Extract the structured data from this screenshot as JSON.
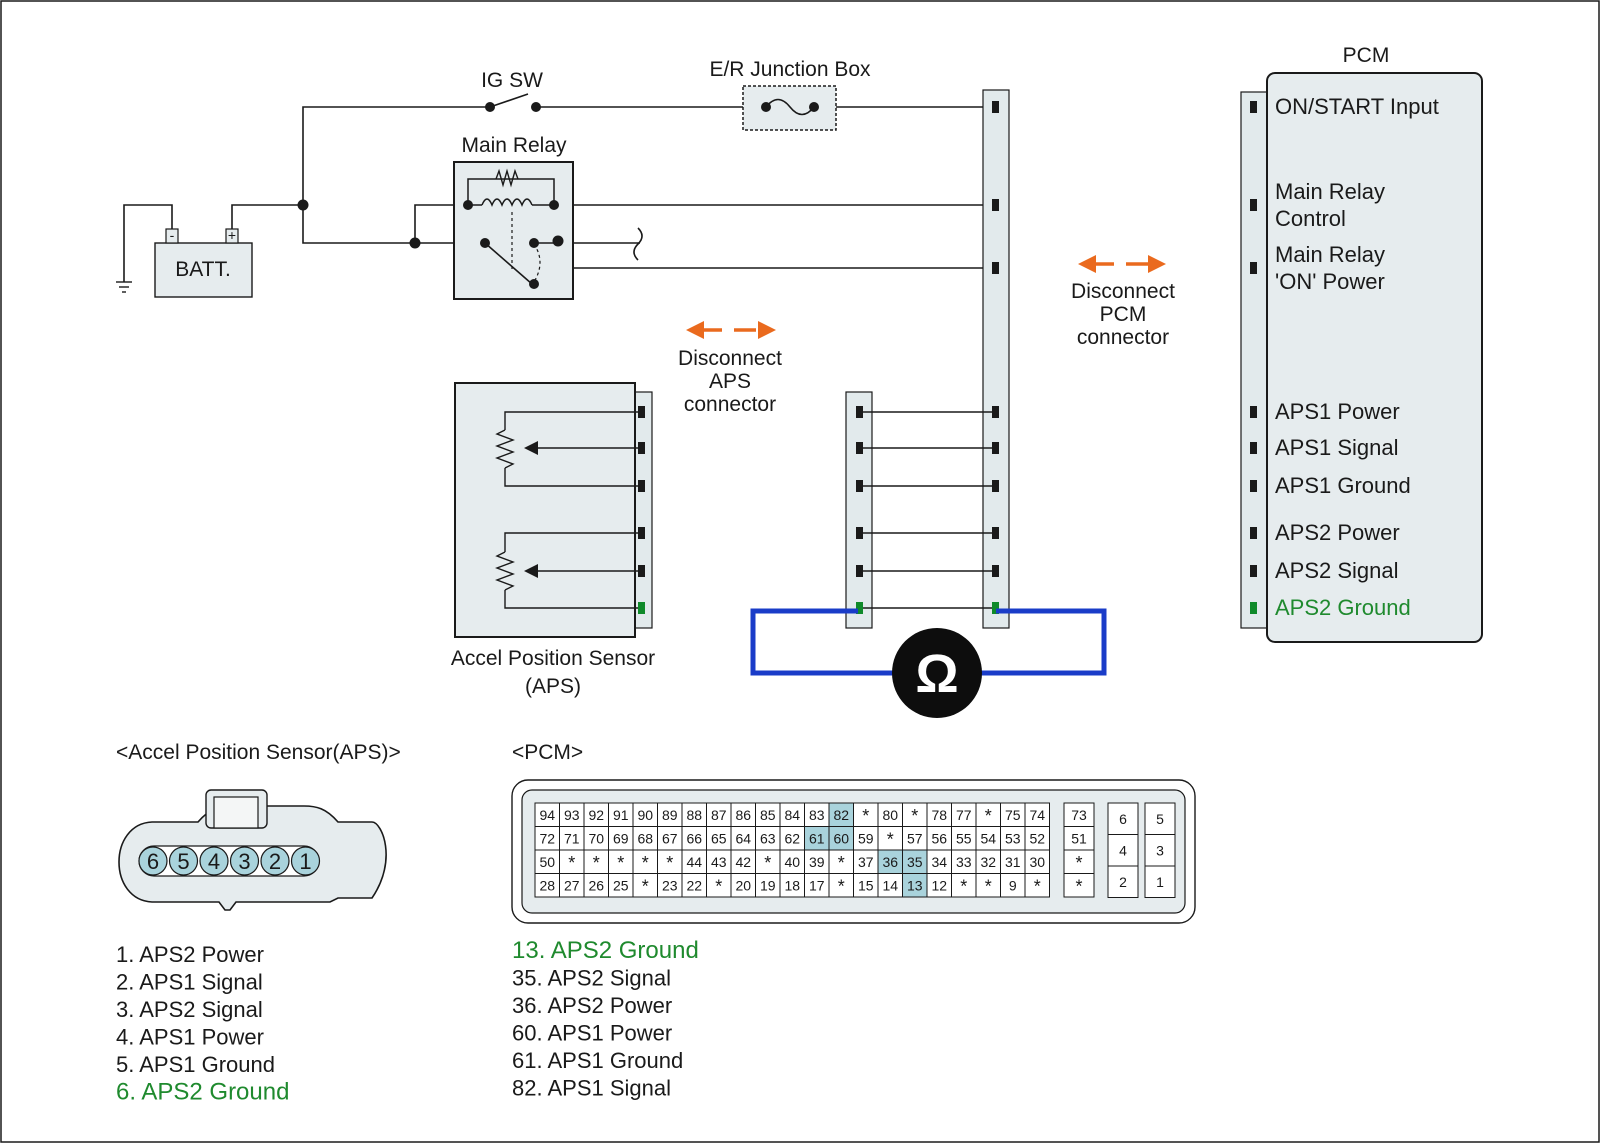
{
  "colors": {
    "wire": "#1a1a1a",
    "meter_lead": "#1a3cc8",
    "arrow": "#ea6a1e",
    "highlight_text": "#1f8a2e",
    "highlight_pin": "#0f8a2a",
    "box_fill": "#e6ecee",
    "connector_fill": "#e2eaec",
    "cell_highlight": "#a9d3dc",
    "aps_pin_fill": "#a9d3dc"
  },
  "labels": {
    "ig_sw": "IG SW",
    "junction_box": "E/R Junction Box",
    "main_relay": "Main Relay",
    "battery": "BATT.",
    "battery_minus": "-",
    "battery_plus": "+",
    "pcm": "PCM",
    "aps_name_line1": "Accel Position Sensor",
    "aps_name_line2": "(APS)",
    "disconnect_aps": [
      "Disconnect",
      "APS",
      "connector"
    ],
    "disconnect_pcm": [
      "Disconnect",
      "PCM",
      "connector"
    ],
    "ohmmeter_symbol": "Ω"
  },
  "pcm_pins": [
    [
      "ON/START Input"
    ],
    [
      "Main Relay",
      "Control"
    ],
    [
      "Main Relay",
      "'ON' Power"
    ],
    [
      "APS1 Power"
    ],
    [
      "APS1 Signal"
    ],
    [
      "APS1 Ground"
    ],
    [
      "APS2 Power"
    ],
    [
      "APS2 Signal"
    ],
    [
      "APS2 Ground"
    ]
  ],
  "aps_connector": {
    "title": "<Accel Position Sensor(APS)>",
    "pins": [
      "6",
      "5",
      "4",
      "3",
      "2",
      "1"
    ],
    "legend": [
      "1. APS2 Power",
      "2. APS1 Signal",
      "3. APS2 Signal",
      "4. APS1 Power",
      "5. APS1 Ground",
      "6. APS2 Ground"
    ],
    "highlight_index": 5
  },
  "pcm_connector": {
    "title": "<PCM>",
    "rows": [
      [
        "94",
        "93",
        "92",
        "91",
        "90",
        "89",
        "88",
        "87",
        "86",
        "85",
        "84",
        "83",
        "82",
        "*",
        "80",
        "*",
        "78",
        "77",
        "*",
        "75",
        "74"
      ],
      [
        "72",
        "71",
        "70",
        "69",
        "68",
        "67",
        "66",
        "65",
        "64",
        "63",
        "62",
        "61",
        "60",
        "59",
        "*",
        "57",
        "56",
        "55",
        "54",
        "53",
        "52"
      ],
      [
        "50",
        "*",
        "*",
        "*",
        "*",
        "*",
        "44",
        "43",
        "42",
        "*",
        "40",
        "39",
        "*",
        "37",
        "36",
        "35",
        "34",
        "33",
        "32",
        "31",
        "30"
      ],
      [
        "28",
        "27",
        "26",
        "25",
        "*",
        "23",
        "22",
        "*",
        "20",
        "19",
        "18",
        "17",
        "*",
        "15",
        "14",
        "13",
        "12",
        "*",
        "*",
        "9",
        "*"
      ]
    ],
    "side_column": [
      "73",
      "51",
      "*",
      "*"
    ],
    "small_block": [
      [
        "6",
        "5"
      ],
      [
        "4",
        "3"
      ],
      [
        "2",
        "1"
      ]
    ],
    "highlighted": [
      "82",
      "61",
      "60",
      "36",
      "35",
      "13"
    ],
    "legend": [
      "13. APS2 Ground",
      "35. APS2 Signal",
      "36. APS2 Power",
      "60. APS1 Power",
      "61. APS1 Ground",
      "82. APS1 Signal"
    ],
    "highlight_index": 0
  }
}
